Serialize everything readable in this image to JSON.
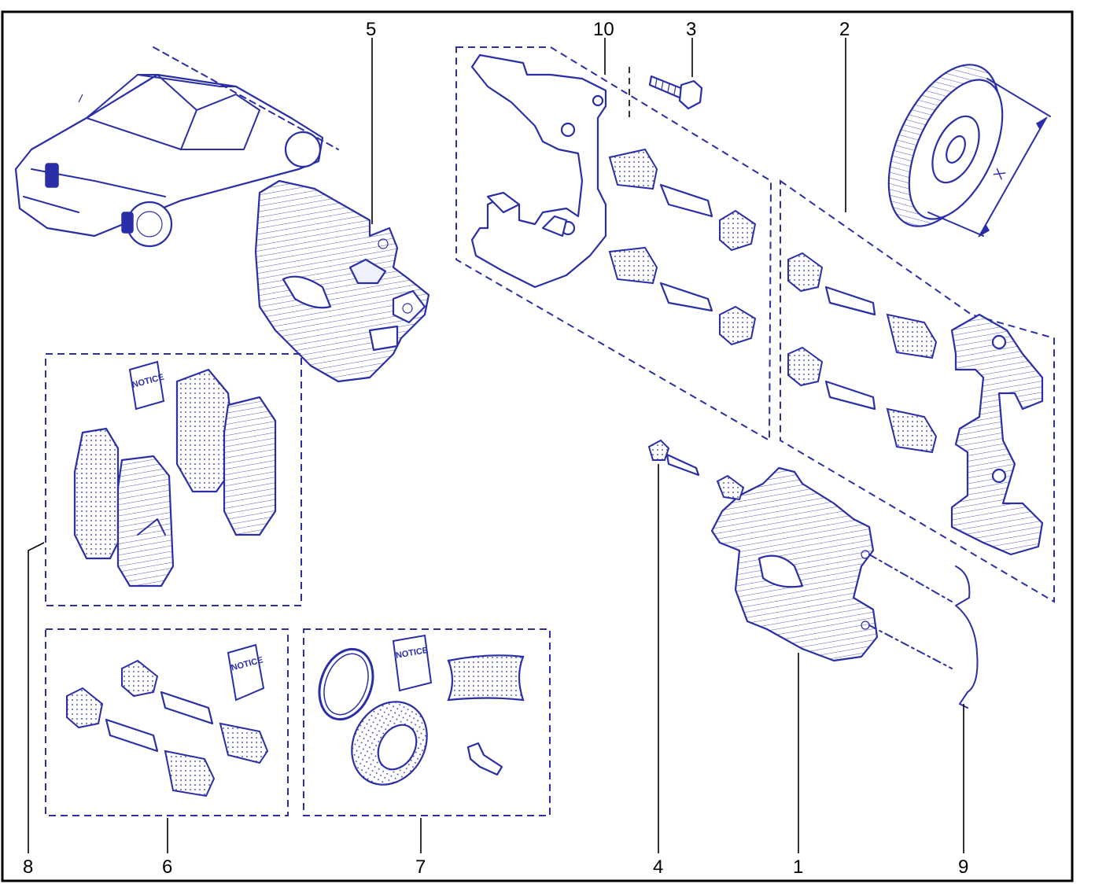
{
  "callouts": {
    "c1": "1",
    "c2": "2",
    "c3": "3",
    "c4": "4",
    "c5": "5",
    "c6": "6",
    "c7": "7",
    "c8": "8",
    "c9": "9",
    "c10": "10"
  },
  "notice_label": "NOTICE",
  "dimension_label": "X",
  "colors": {
    "ink": "#2a2fa8",
    "frame": "#000000",
    "background": "#ffffff"
  }
}
